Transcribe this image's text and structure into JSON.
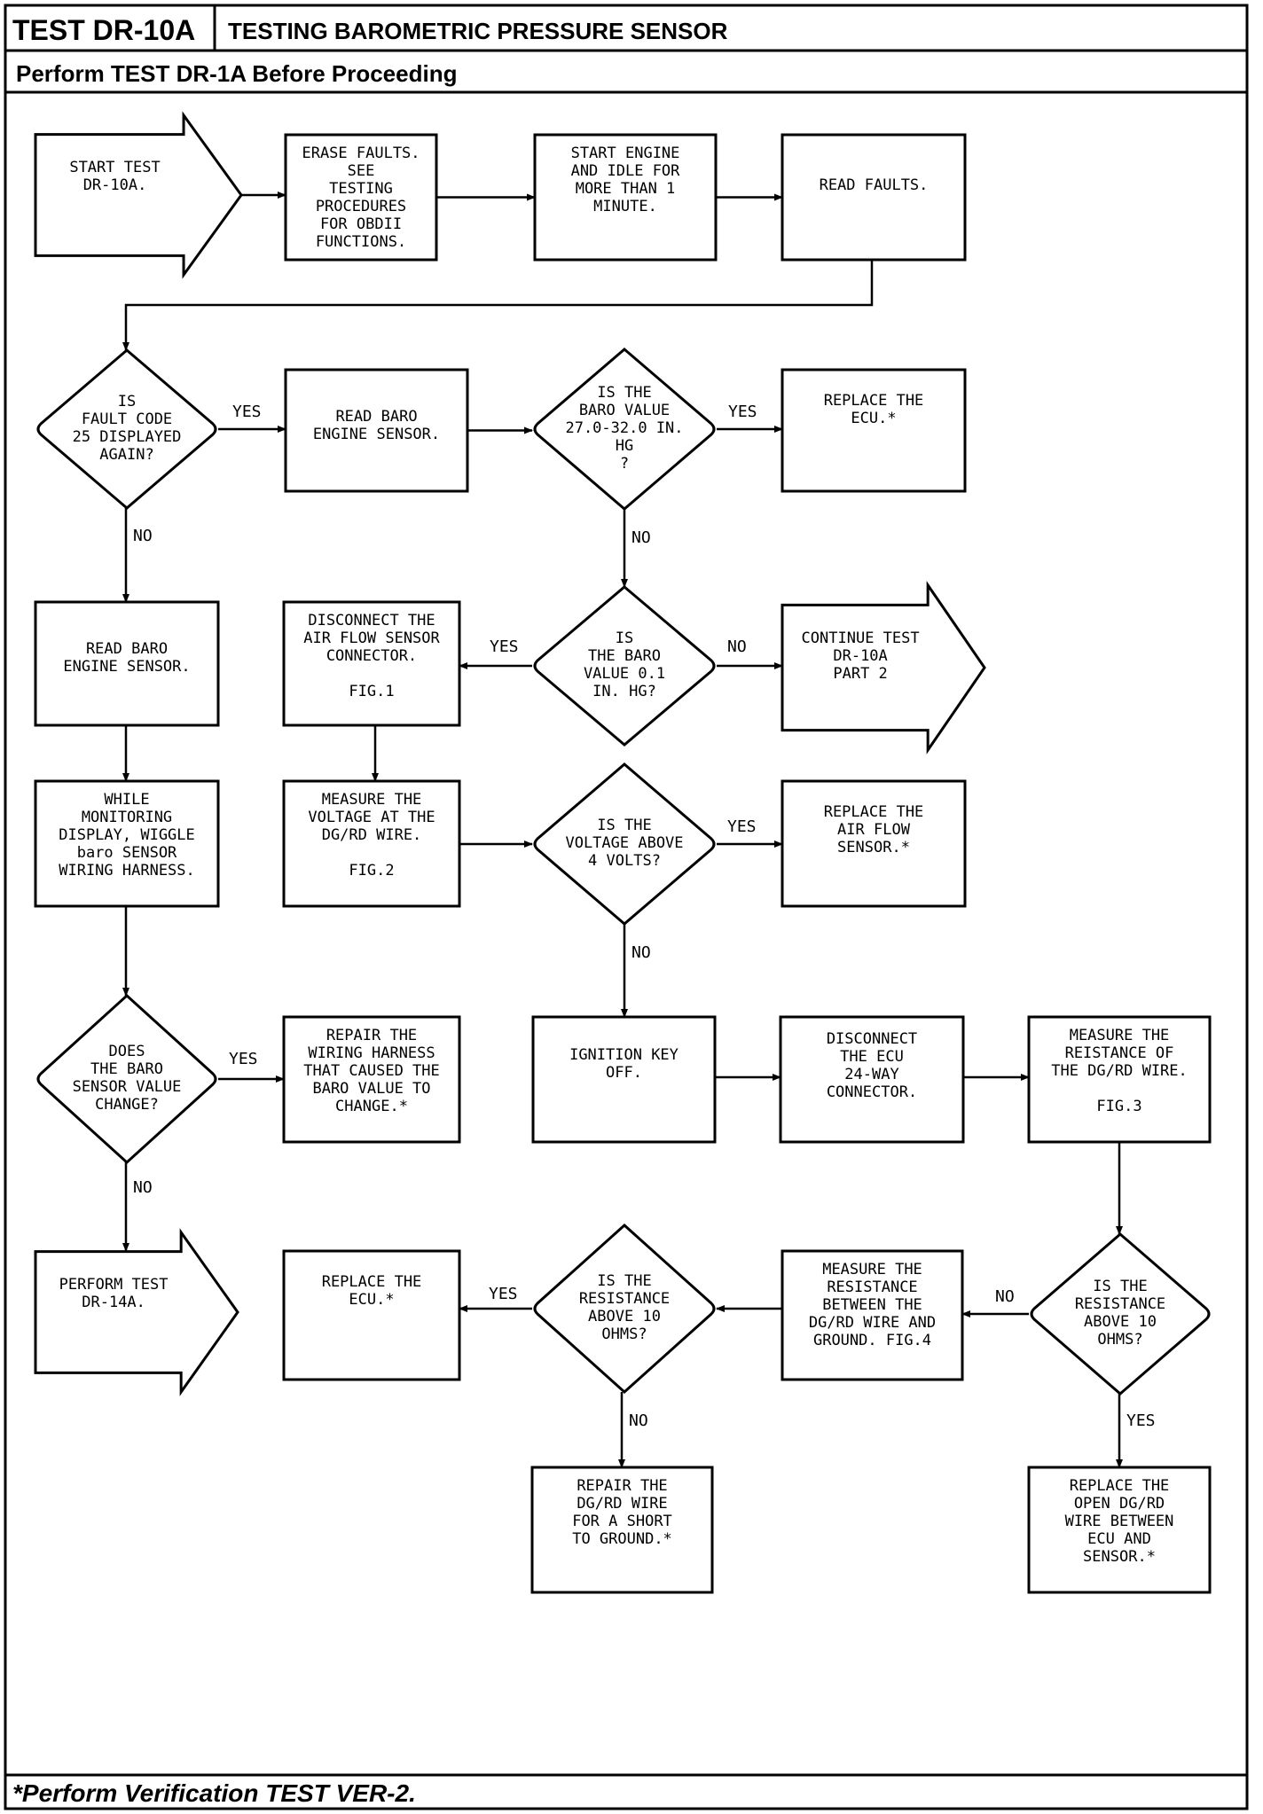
{
  "header": {
    "test_id": "TEST DR-10A",
    "title": "TESTING BAROMETRIC PRESSURE SENSOR",
    "prerequisite": "Perform TEST DR-1A Before Proceeding"
  },
  "footer": {
    "note": "*Perform Verification TEST VER-2."
  },
  "nodes": {
    "start": {
      "type": "terminal-arrow",
      "lines": [
        "START TEST",
        "DR-10A."
      ]
    },
    "erase_faults": {
      "type": "process",
      "lines": [
        "ERASE FAULTS.",
        "SEE",
        "TESTING",
        "PROCEDURES",
        "FOR OBDII",
        "FUNCTIONS."
      ]
    },
    "start_engine": {
      "type": "process",
      "lines": [
        "START ENGINE",
        "AND IDLE FOR",
        "MORE THAN 1",
        "MINUTE."
      ]
    },
    "read_faults": {
      "type": "process",
      "lines": [
        "READ FAULTS."
      ]
    },
    "q_fault_25": {
      "type": "decision",
      "lines": [
        "IS",
        "FAULT CODE",
        "25 DISPLAYED",
        "AGAIN?"
      ]
    },
    "read_baro_1": {
      "type": "process",
      "lines": [
        "READ BARO",
        "ENGINE SENSOR."
      ]
    },
    "q_baro_range": {
      "type": "decision",
      "lines": [
        "IS THE",
        "BARO VALUE",
        "27.0-32.0 IN.",
        "HG",
        "?"
      ]
    },
    "replace_ecu_1": {
      "type": "process",
      "lines": [
        "REPLACE THE",
        "ECU.*"
      ]
    },
    "read_baro_2": {
      "type": "process",
      "lines": [
        "READ BARO",
        "ENGINE SENSOR."
      ]
    },
    "disconnect_airflow": {
      "type": "process",
      "lines": [
        "DISCONNECT THE",
        "AIR FLOW SENSOR",
        "CONNECTOR.",
        "",
        "FIG.1"
      ]
    },
    "q_baro_01": {
      "type": "decision",
      "lines": [
        "IS",
        "THE BARO",
        "VALUE 0.1",
        "IN. HG?"
      ]
    },
    "continue_part2": {
      "type": "terminal-arrow",
      "lines": [
        "CONTINUE TEST",
        "DR-10A",
        "PART 2"
      ]
    },
    "wiggle_harness": {
      "type": "process",
      "lines": [
        "WHILE",
        "MONITORING",
        "DISPLAY, WIGGLE",
        "baro SENSOR",
        "WIRING HARNESS."
      ]
    },
    "measure_voltage": {
      "type": "process",
      "lines": [
        "MEASURE THE",
        "VOLTAGE AT THE",
        "DG/RD WIRE.",
        "",
        "FIG.2"
      ]
    },
    "q_voltage_4v": {
      "type": "decision",
      "lines": [
        "IS THE",
        "VOLTAGE ABOVE",
        "4 VOLTS?"
      ]
    },
    "replace_airflow": {
      "type": "process",
      "lines": [
        "REPLACE THE",
        "AIR FLOW",
        "SENSOR.*"
      ]
    },
    "q_baro_change": {
      "type": "decision",
      "lines": [
        "DOES",
        "THE BARO",
        "SENSOR VALUE",
        "CHANGE?"
      ]
    },
    "repair_harness": {
      "type": "process",
      "lines": [
        "REPAIR THE",
        "WIRING HARNESS",
        "THAT CAUSED THE",
        "BARO VALUE TO",
        "CHANGE.*"
      ]
    },
    "ignition_off": {
      "type": "process",
      "lines": [
        "IGNITION KEY",
        "OFF."
      ]
    },
    "disconnect_ecu": {
      "type": "process",
      "lines": [
        "DISCONNECT",
        "THE ECU",
        "24-WAY",
        "CONNECTOR."
      ]
    },
    "measure_resistance_wire": {
      "type": "process",
      "lines": [
        "MEASURE THE",
        "REISTANCE OF",
        "THE DG/RD WIRE.",
        "",
        "FIG.3"
      ]
    },
    "perform_dr14a": {
      "type": "terminal-arrow",
      "lines": [
        "PERFORM TEST",
        "DR-14A."
      ]
    },
    "replace_ecu_2": {
      "type": "process",
      "lines": [
        "REPLACE THE",
        "ECU.*"
      ]
    },
    "q_resistance_ground": {
      "type": "decision",
      "lines": [
        "IS THE",
        "RESISTANCE",
        "ABOVE 10",
        "OHMS?"
      ]
    },
    "measure_resistance_ground": {
      "type": "process",
      "lines": [
        "MEASURE THE",
        "RESISTANCE",
        "BETWEEN THE",
        "DG/RD WIRE AND",
        "GROUND. FIG.4"
      ]
    },
    "q_resistance_wire": {
      "type": "decision",
      "lines": [
        "IS THE",
        "RESISTANCE",
        "ABOVE 10",
        "OHMS?"
      ]
    },
    "repair_short": {
      "type": "process",
      "lines": [
        "REPAIR THE",
        "DG/RD WIRE",
        "FOR A SHORT",
        "TO GROUND.*"
      ]
    },
    "replace_open_wire": {
      "type": "process",
      "lines": [
        "REPLACE THE",
        "OPEN DG/RD",
        "WIRE BETWEEN",
        "ECU AND",
        "SENSOR.*"
      ]
    }
  },
  "edge_labels": {
    "yes": "YES",
    "no": "NO"
  },
  "edges": [
    {
      "from": "start",
      "to": "erase_faults"
    },
    {
      "from": "erase_faults",
      "to": "start_engine"
    },
    {
      "from": "start_engine",
      "to": "read_faults"
    },
    {
      "from": "read_faults",
      "to": "q_fault_25"
    },
    {
      "from": "q_fault_25",
      "to": "read_baro_1",
      "label": "YES"
    },
    {
      "from": "q_fault_25",
      "to": "read_baro_2",
      "label": "NO"
    },
    {
      "from": "read_baro_1",
      "to": "q_baro_range"
    },
    {
      "from": "q_baro_range",
      "to": "replace_ecu_1",
      "label": "YES"
    },
    {
      "from": "q_baro_range",
      "to": "q_baro_01",
      "label": "NO"
    },
    {
      "from": "q_baro_01",
      "to": "disconnect_airflow",
      "label": "YES"
    },
    {
      "from": "q_baro_01",
      "to": "continue_part2",
      "label": "NO"
    },
    {
      "from": "disconnect_airflow",
      "to": "measure_voltage"
    },
    {
      "from": "measure_voltage",
      "to": "q_voltage_4v"
    },
    {
      "from": "q_voltage_4v",
      "to": "replace_airflow",
      "label": "YES"
    },
    {
      "from": "q_voltage_4v",
      "to": "ignition_off",
      "label": "NO"
    },
    {
      "from": "read_baro_2",
      "to": "wiggle_harness"
    },
    {
      "from": "wiggle_harness",
      "to": "q_baro_change"
    },
    {
      "from": "q_baro_change",
      "to": "repair_harness",
      "label": "YES"
    },
    {
      "from": "q_baro_change",
      "to": "perform_dr14a",
      "label": "NO"
    },
    {
      "from": "ignition_off",
      "to": "disconnect_ecu"
    },
    {
      "from": "disconnect_ecu",
      "to": "measure_resistance_wire"
    },
    {
      "from": "measure_resistance_wire",
      "to": "q_resistance_wire"
    },
    {
      "from": "q_resistance_wire",
      "to": "measure_resistance_ground",
      "label": "NO"
    },
    {
      "from": "q_resistance_wire",
      "to": "replace_open_wire",
      "label": "YES"
    },
    {
      "from": "measure_resistance_ground",
      "to": "q_resistance_ground"
    },
    {
      "from": "q_resistance_ground",
      "to": "replace_ecu_2",
      "label": "YES"
    },
    {
      "from": "q_resistance_ground",
      "to": "repair_short",
      "label": "NO"
    }
  ]
}
